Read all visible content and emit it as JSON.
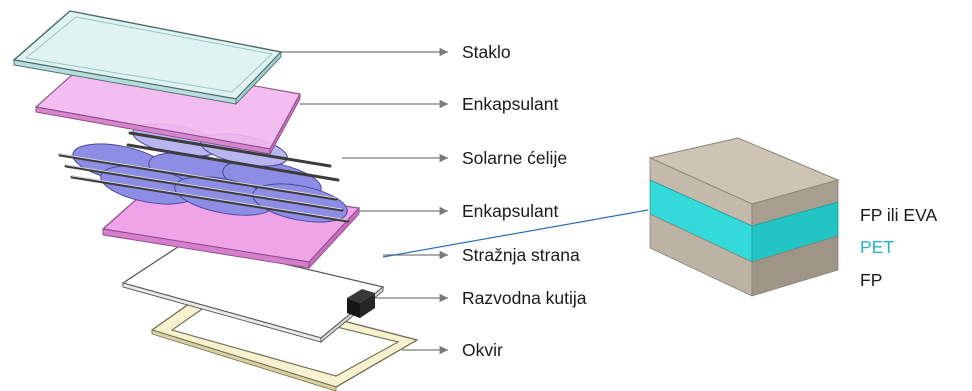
{
  "layers": [
    {
      "key": "glass",
      "label": "Staklo",
      "color": "#d8f2f2"
    },
    {
      "key": "encap_top",
      "label": "Enkapsulant",
      "color": "#f0b6ee"
    },
    {
      "key": "cells",
      "label": "Solarne ćelije",
      "color": "#8f8ee8"
    },
    {
      "key": "encap_bottom",
      "label": "Enkapsulant",
      "color": "#ee9ee6"
    },
    {
      "key": "backsheet",
      "label": "Stražnja strana",
      "color": "#ffffff"
    },
    {
      "key": "junction_box",
      "label": "Razvodna kutija",
      "color": "#1c1c1c"
    },
    {
      "key": "frame",
      "label": "Okvir",
      "color": "#f4efc4"
    }
  ],
  "backsheet_detail": {
    "layers": [
      {
        "label": "FP ili EVA",
        "color": "#c8bfb0"
      },
      {
        "label": "PET",
        "color": "#2fe0e0"
      },
      {
        "label": "FP",
        "color": "#c8bfb0"
      }
    ]
  }
}
